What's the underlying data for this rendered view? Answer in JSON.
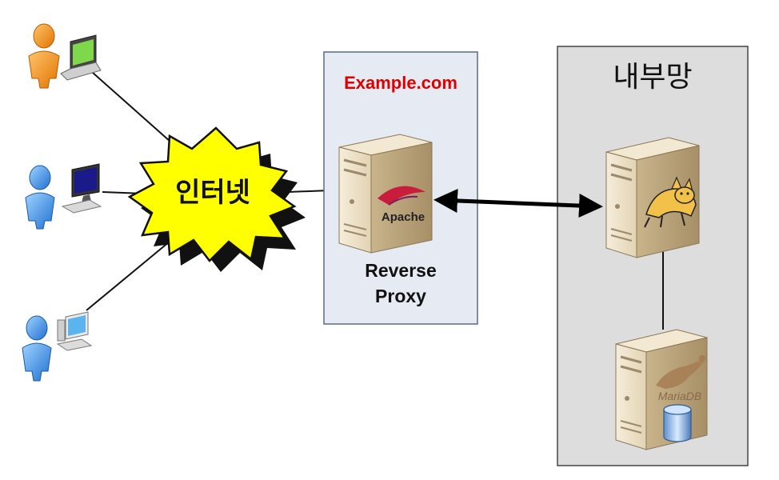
{
  "internet": {
    "label": "인터넷"
  },
  "proxy": {
    "domain": "Example.com",
    "server_badge": "Apache",
    "role_line1": "Reverse",
    "role_line2": "Proxy"
  },
  "internal": {
    "title": "내부망",
    "db_badge": "MariaDB"
  },
  "colors": {
    "domain_text": "#e00000",
    "burst_fill": "#ffff00",
    "proxy_panel": "#e6ebf3",
    "internal_panel": "#dddddd"
  },
  "icons": {
    "users": [
      "user-orange-icon",
      "user-blue-icon",
      "user-blue-icon"
    ],
    "devices": [
      "laptop-icon",
      "desktop-computer-icon",
      "desktop-computer-icon"
    ],
    "servers": [
      "server-tower-icon",
      "server-tower-icon",
      "server-tower-icon"
    ],
    "logos": [
      "apache-feather-icon",
      "tomcat-cat-icon",
      "mariadb-seal-icon",
      "database-cylinder-icon"
    ]
  }
}
